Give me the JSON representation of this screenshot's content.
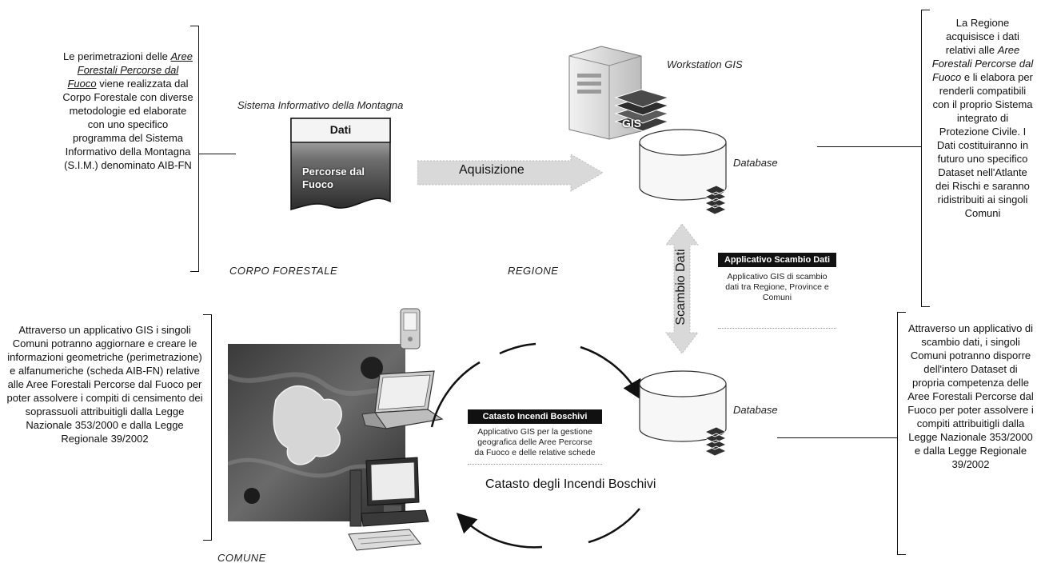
{
  "notes": {
    "left_top": {
      "before": "Le perimetrazioni delle",
      "emph": "Aree Forestali Percorse dal Fuoco",
      "after": "viene realizzata dal Corpo Forestale con diverse metodologie ed elaborate con uno specifico programma del Sistema Informativo della Montagna (S.I.M.) denominato AIB-FN"
    },
    "right_top": {
      "before": "La Regione acquisisce i dati relativi alle",
      "emph": "Aree Forestali Percorse dal Fuoco",
      "after": "e li elabora per renderli compatibili con il proprio Sistema integrato di Protezione Civile. I Dati costituiranno in futuro uno specifico Dataset nell'Atlante dei Rischi e saranno ridistribuiti ai singoli Comuni"
    },
    "left_bottom": "Attraverso un applicativo GIS i singoli Comuni potranno aggiornare e creare le informazioni geometriche (perimetrazione) e alfanumeriche (scheda AIB-FN) relative alle Aree Forestali Percorse dal Fuoco per poter assolvere i compiti di censimento dei soprassuoli attribuitigli dalla Legge Nazionale 353/2000 e dalla Legge Regionale 39/2002",
    "right_bottom": "Attraverso un applicativo di scambio dati, i singoli Comuni potranno disporre dell'intero Dataset di propria competenza delle Aree Forestali Percorse dal Fuoco per poter assolvere i compiti attribuitigli dalla Legge Nazionale 353/2000 e dalla Legge Regionale 39/2002"
  },
  "labels": {
    "sim": "Sistema Informativo della Montagna",
    "doc_header": "Dati",
    "doc_body": "Percorse dal Fuoco",
    "acquisizione": "Aquisizione",
    "workstation": "Workstation GIS",
    "gis_badge": "GIS",
    "database_top": "Database",
    "database_bottom": "Database",
    "scambio_dati": "Scambio Dati",
    "corpo_forestale": "CORPO FORESTALE",
    "regione": "REGIONE",
    "comune": "COMUNE",
    "catasto_cycle": "Catasto degli Incendi Boschivi"
  },
  "boxes": {
    "scambio": {
      "title": "Applicativo Scambio Dati",
      "body": "Applicativo GIS di scambio dati tra Regione, Province e Comuni"
    },
    "catasto": {
      "title": "Catasto Incendi Boschivi",
      "body": "Applicativo GIS per la gestione geografica delle Aree Percorse da Fuoco e delle relative schede"
    }
  }
}
